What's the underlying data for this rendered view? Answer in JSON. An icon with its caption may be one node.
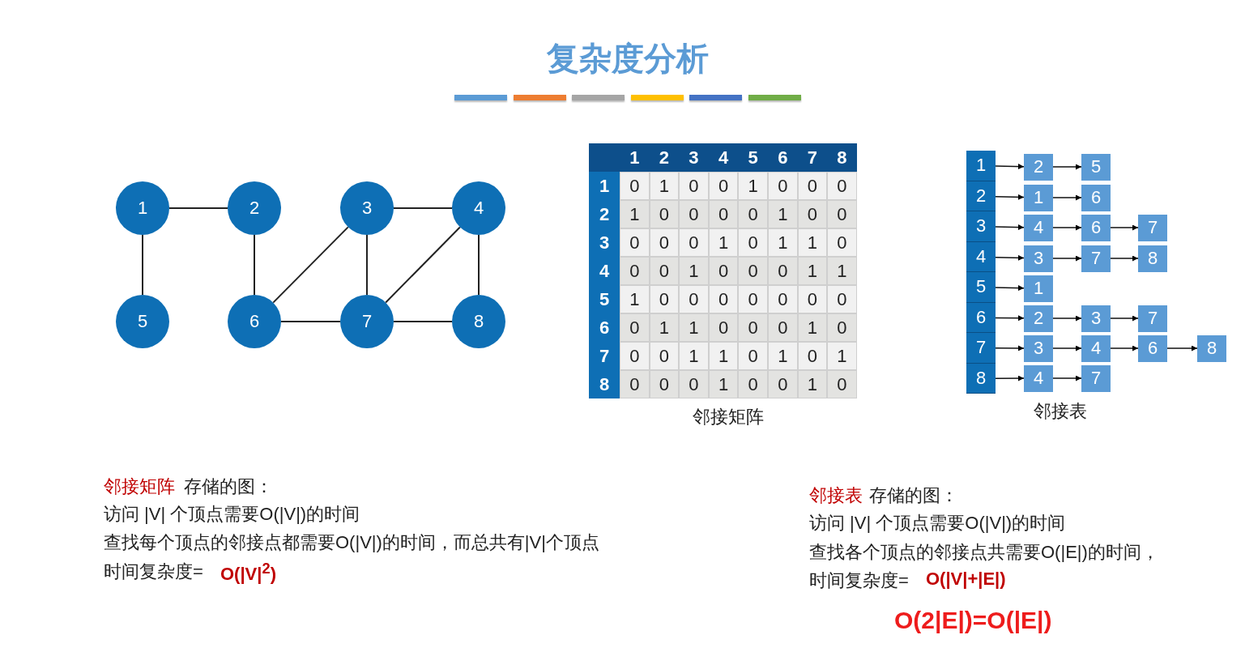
{
  "diagram": {
    "title": "复杂度分析",
    "nodes": [
      {
        "text": [
          "1"
        ]
      },
      {
        "text": [
          "2"
        ]
      },
      {
        "text": [
          "3"
        ]
      },
      {
        "text": [
          "4"
        ]
      },
      {
        "text": [
          "5"
        ]
      },
      {
        "text": [
          "6"
        ]
      },
      {
        "text": [
          "7"
        ]
      },
      {
        "text": [
          "8"
        ]
      },
      {
        "text": [
          "1"
        ]
      },
      {
        "text": [
          "2"
        ]
      },
      {
        "text": [
          "3"
        ]
      },
      {
        "text": [
          "4"
        ]
      },
      {
        "text": [
          "5"
        ]
      },
      {
        "text": [
          "6"
        ]
      },
      {
        "text": [
          "7"
        ]
      },
      {
        "text": [
          "8"
        ]
      },
      {
        "text": [
          "2"
        ]
      },
      {
        "text": [
          "5"
        ]
      },
      {
        "text": [
          "1"
        ]
      },
      {
        "text": [
          "6"
        ]
      },
      {
        "text": [
          "4"
        ]
      },
      {
        "text": [
          "6"
        ]
      },
      {
        "text": [
          "7"
        ]
      },
      {
        "text": [
          "3"
        ]
      },
      {
        "text": [
          "7"
        ]
      },
      {
        "text": [
          "8"
        ]
      },
      {
        "text": [
          "1"
        ]
      },
      {
        "text": [
          "2"
        ]
      },
      {
        "text": [
          "3"
        ]
      },
      {
        "text": [
          "7"
        ]
      },
      {
        "text": [
          "3"
        ]
      },
      {
        "text": [
          "4"
        ]
      },
      {
        "text": [
          "6"
        ]
      },
      {
        "text": [
          "8"
        ]
      },
      {
        "text": [
          "4"
        ]
      },
      {
        "text": [
          "7"
        ]
      }
    ],
    "edges": [
      {
        "from": 0,
        "to": 1,
        "arrow": "none"
      },
      {
        "from": 0,
        "to": 4,
        "arrow": "none"
      },
      {
        "from": 1,
        "to": 5,
        "arrow": "none"
      },
      {
        "from": 2,
        "to": 3,
        "arrow": "none"
      },
      {
        "from": 2,
        "to": 5,
        "arrow": "none"
      },
      {
        "from": 2,
        "to": 6,
        "arrow": "none"
      },
      {
        "from": 3,
        "to": 6,
        "arrow": "none"
      },
      {
        "from": 3,
        "to": 7,
        "arrow": "none"
      },
      {
        "from": 5,
        "to": 6,
        "arrow": "none"
      },
      {
        "from": 6,
        "to": 7,
        "arrow": "none"
      },
      {
        "from": 8,
        "to": 16,
        "arrow": "to"
      },
      {
        "from": 16,
        "to": 17,
        "arrow": "to"
      },
      {
        "from": 9,
        "to": 18,
        "arrow": "to"
      },
      {
        "from": 18,
        "to": 19,
        "arrow": "to"
      },
      {
        "from": 10,
        "to": 20,
        "arrow": "to"
      },
      {
        "from": 20,
        "to": 21,
        "arrow": "to"
      },
      {
        "from": 21,
        "to": 22,
        "arrow": "to"
      },
      {
        "from": 11,
        "to": 23,
        "arrow": "to"
      },
      {
        "from": 23,
        "to": 24,
        "arrow": "to"
      },
      {
        "from": 24,
        "to": 25,
        "arrow": "to"
      },
      {
        "from": 12,
        "to": 26,
        "arrow": "to"
      },
      {
        "from": 13,
        "to": 27,
        "arrow": "to"
      },
      {
        "from": 27,
        "to": 28,
        "arrow": "to"
      },
      {
        "from": 28,
        "to": 29,
        "arrow": "to"
      },
      {
        "from": 14,
        "to": 30,
        "arrow": "to"
      },
      {
        "from": 30,
        "to": 31,
        "arrow": "to"
      },
      {
        "from": 31,
        "to": 32,
        "arrow": "to"
      },
      {
        "from": 32,
        "to": 33,
        "arrow": "to"
      },
      {
        "from": 15,
        "to": 34,
        "arrow": "to"
      },
      {
        "from": 34,
        "to": 35,
        "arrow": "to"
      }
    ],
    "labels": [
      "1",
      "2",
      "3",
      "4",
      "5",
      "6",
      "7",
      "8",
      "1",
      "0",
      "1",
      "0",
      "0",
      "1",
      "0",
      "0",
      "0",
      "2",
      "1",
      "0",
      "0",
      "0",
      "0",
      "1",
      "0",
      "0",
      "3",
      "0",
      "0",
      "0",
      "1",
      "0",
      "1",
      "1",
      "0",
      "4",
      "0",
      "0",
      "1",
      "0",
      "0",
      "0",
      "1",
      "1",
      "5",
      "1",
      "0",
      "0",
      "0",
      "0",
      "0",
      "0",
      "0",
      "6",
      "0",
      "1",
      "1",
      "0",
      "0",
      "0",
      "1",
      "0",
      "7",
      "0",
      "0",
      "1",
      "1",
      "0",
      "1",
      "0",
      "1",
      "8",
      "0",
      "0",
      "0",
      "1",
      "0",
      "0",
      "1",
      "0",
      "邻接矩阵",
      "邻接表",
      "邻接矩阵",
      "存储的图：",
      "访问 |V| 个顶点需要O(|V|)的时间",
      "查找每个顶点的邻接点都需要O(|V|)的时间，而总共有|V|个顶点",
      "时间复杂度=",
      "O(|V|$^{2}$)",
      "邻接表",
      "存储的图：",
      "访问 |V| 个顶点需要O(|V|)的时间",
      "查找各个顶点的邻接点共需要O(|E|)的时间，",
      "时间复杂度=",
      "O(|V|+|E|)",
      "O(2|E|)=O(|E|)"
    ]
  }
}
